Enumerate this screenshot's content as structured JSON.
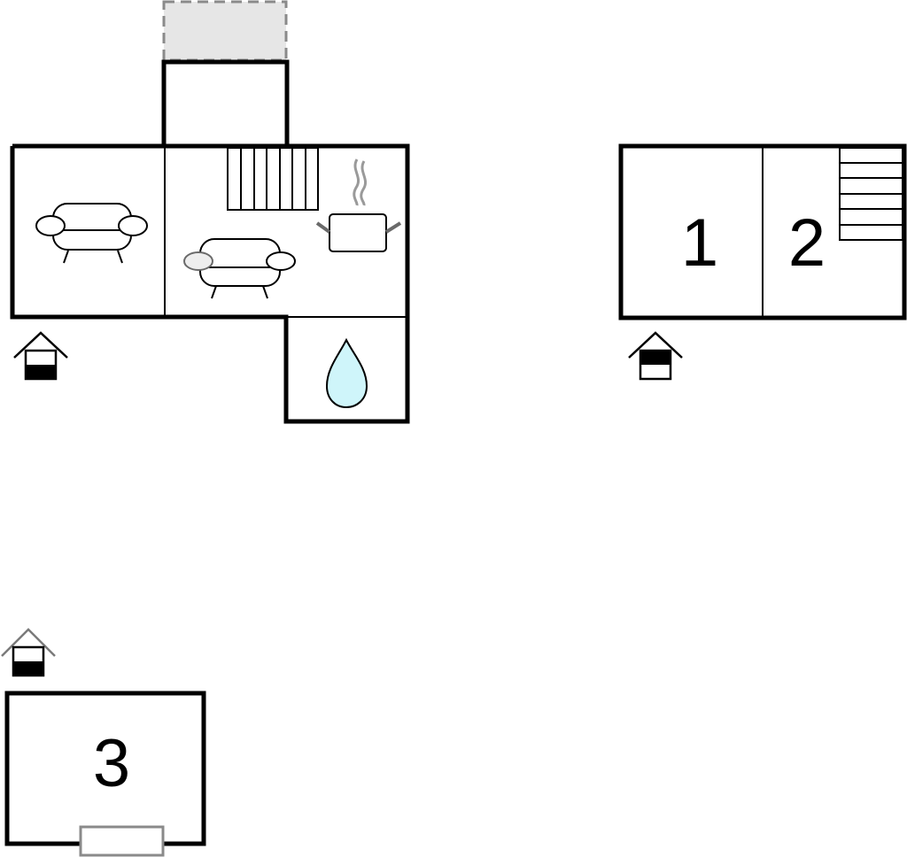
{
  "colors": {
    "wall": "#000000",
    "terrace": "#e6e6e6",
    "terrace_border": "#8a8a8a",
    "water": "#cff5fa",
    "steam": "#9a9a9a",
    "window": "#8a8a8a"
  },
  "rooms": [
    {
      "label": "1"
    },
    {
      "label": "2"
    },
    {
      "label": "3"
    }
  ],
  "icons": [
    "floor-level-icon",
    "sofa-icon",
    "kitchen-pot-icon",
    "bathroom-drop-icon",
    "stairs-icon"
  ]
}
